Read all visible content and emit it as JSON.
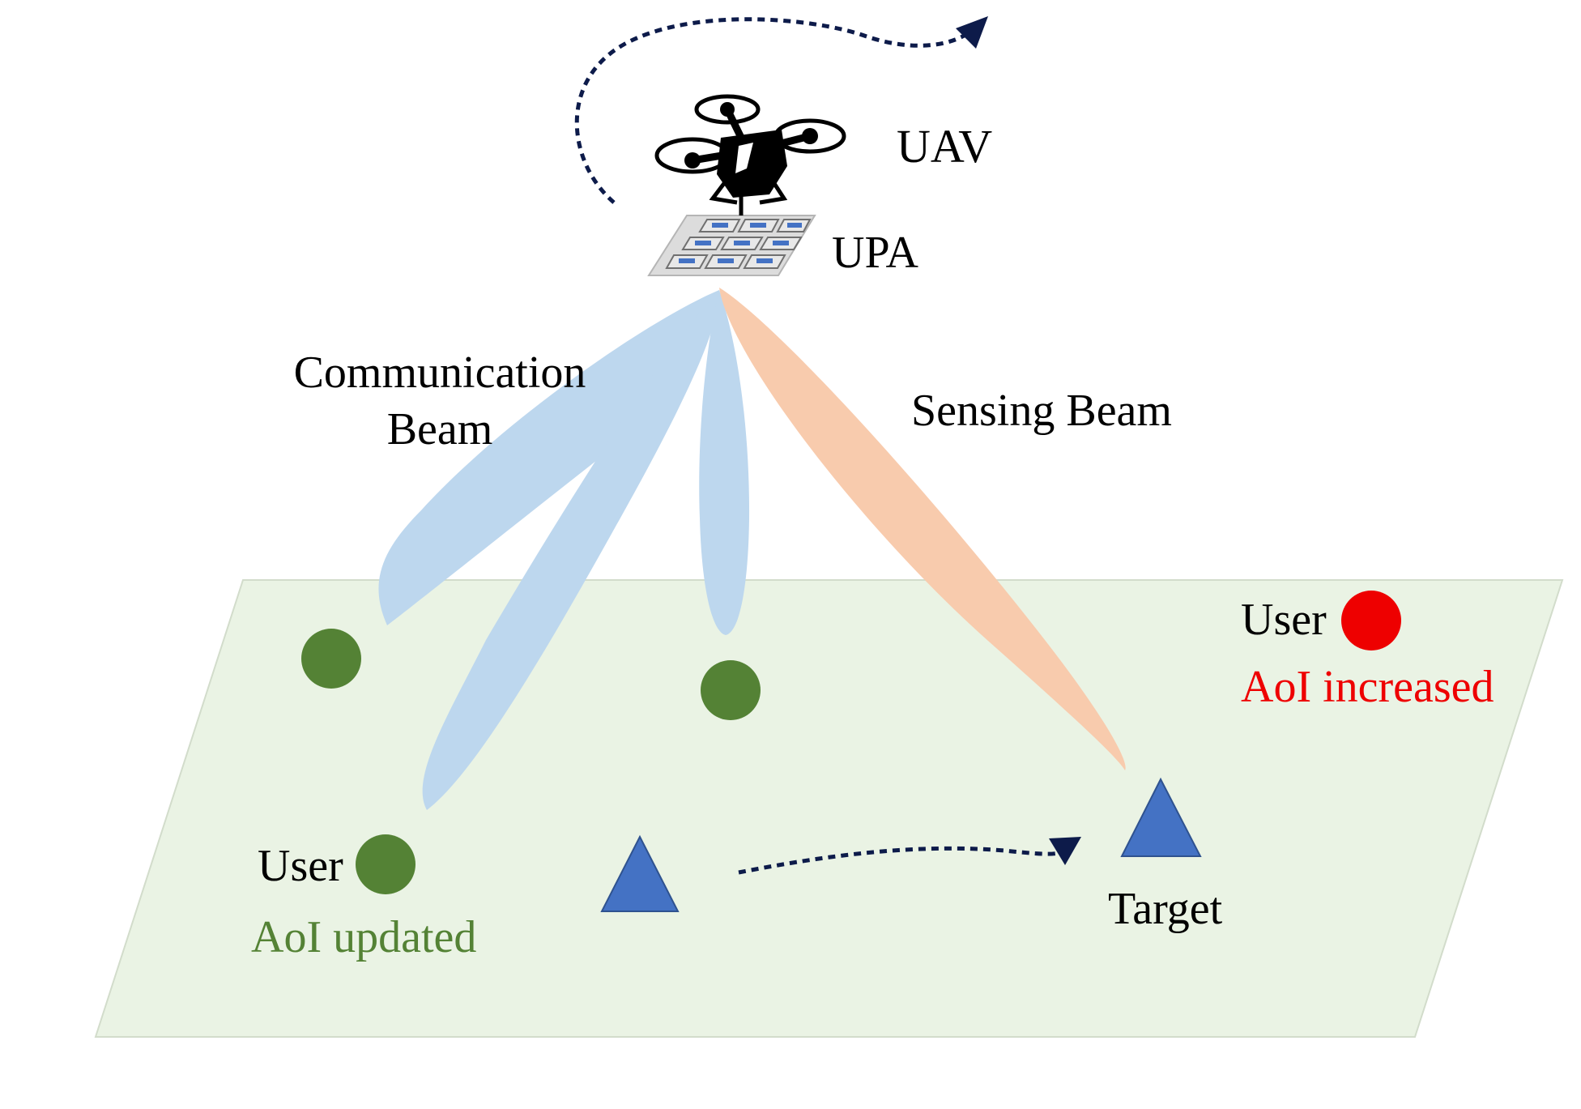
{
  "labels": {
    "uav": "UAV",
    "upa": "UPA",
    "communication_beam_line1": "Communication",
    "communication_beam_line2": "Beam",
    "sensing_beam": "Sensing Beam",
    "user_updated": "User",
    "aoi_updated": "AoI updated",
    "user_increased": "User",
    "aoi_increased": "AoI increased",
    "target": "Target"
  },
  "colors": {
    "ground_plane": "#eaf3e4",
    "ground_plane_edge": "#d2dccb",
    "communication_beam": "#bdd7ee",
    "sensing_beam": "#f8cbad",
    "user_updated_dot": "#548235",
    "user_increased_dot": "#ee0000",
    "aoi_updated_text": "#548235",
    "aoi_increased_text": "#ee0000",
    "target_triangle": "#4472c4",
    "trajectory_arrow": "#0d1b4a",
    "text": "#000000"
  },
  "icons": {
    "uav": "quadcopter-drone-icon",
    "upa": "uniform-planar-array-icon"
  }
}
